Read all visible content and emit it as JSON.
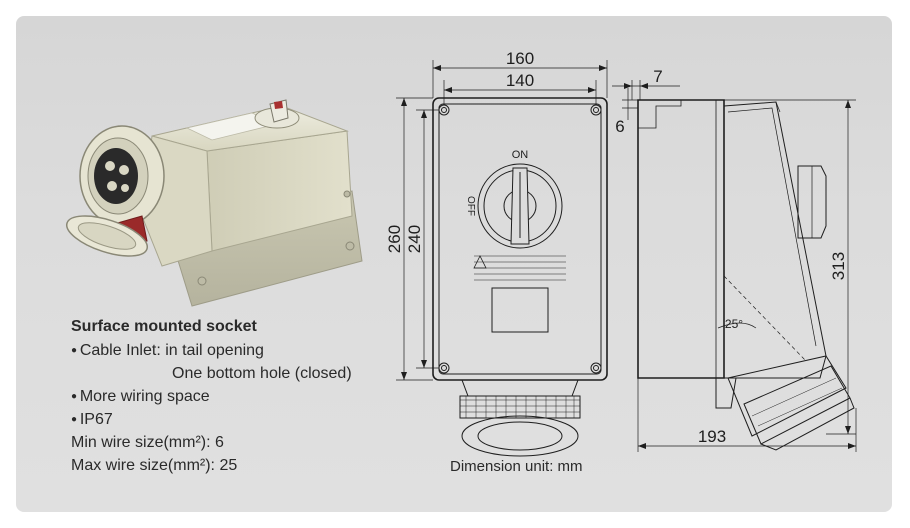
{
  "description": {
    "title": "Surface mounted socket",
    "cable_inlet": "Cable Inlet: in tail opening",
    "bottom_hole": "One bottom hole (closed)",
    "wiring_space": "More wiring space",
    "ip_rating": "IP67",
    "min_wire": "Min wire size(mm²): 6",
    "max_wire": "Max wire size(mm²): 25"
  },
  "front_view": {
    "width_outer": "160",
    "width_inner": "140",
    "height_outer": "260",
    "height_inner": "240",
    "switch_on": "ON",
    "switch_off": "OFF"
  },
  "side_view": {
    "offset_top": "7",
    "offset_side": "6",
    "height": "313",
    "depth": "193",
    "angle": "25°"
  },
  "footer": {
    "unit": "Dimension unit: mm"
  },
  "colors": {
    "background": "#dcdcdc",
    "line": "#1e1e1e",
    "housing": "#d9d7c4"
  }
}
